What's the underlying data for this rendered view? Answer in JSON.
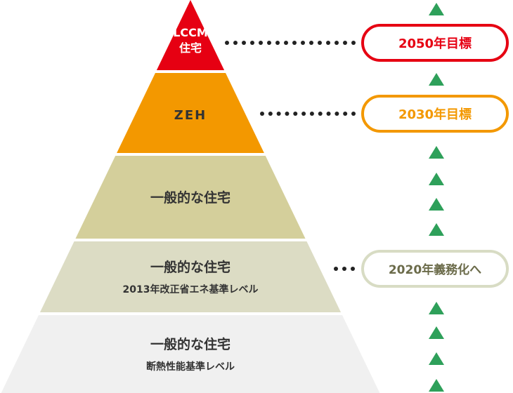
{
  "tiers": [
    {
      "id": "lccm",
      "line1": "LCCM",
      "line2": "住宅",
      "fill": "#e60012",
      "text_color": "#ffffff"
    },
    {
      "id": "zeh",
      "line1": "ZEH",
      "line2": "",
      "fill": "#f39800",
      "text_color": "#333333"
    },
    {
      "id": "general1",
      "line1": "一般的な住宅",
      "line2": "",
      "fill": "#d4cf9b",
      "text_color": "#333333"
    },
    {
      "id": "general2",
      "line1": "一般的な住宅",
      "line2": "2013年改正省エネ基準レベル",
      "fill": "#dcdcc4",
      "text_color": "#333333"
    },
    {
      "id": "general3",
      "line1": "一般的な住宅",
      "line2": "断熱性能基準レベル",
      "fill": "#f0f0f0",
      "text_color": "#333333"
    }
  ],
  "badges": [
    {
      "id": "goal-2050",
      "label": "2050年目標",
      "border": "#e60012",
      "text_color": "#e60012"
    },
    {
      "id": "goal-2030",
      "label": "2030年目標",
      "border": "#f39800",
      "text_color": "#f39800"
    },
    {
      "id": "mandate-2020",
      "label": "2020年義務化へ",
      "border": "#d8dcc4",
      "text_color": "#6b6b4a"
    }
  ],
  "colors": {
    "arrow": "#2ea05a",
    "dots": "#222222"
  }
}
